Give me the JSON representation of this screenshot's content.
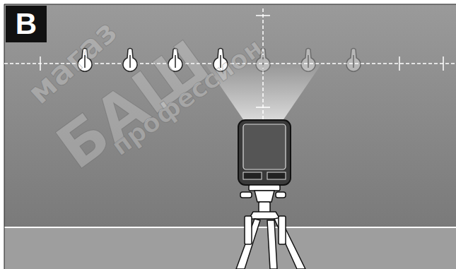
{
  "diagram": {
    "nodes": [
      {
        "text": [
          "B"
        ]
      }
    ],
    "labels": [
      "магаз",
      "БАШ",
      "профессион"
    ]
  }
}
